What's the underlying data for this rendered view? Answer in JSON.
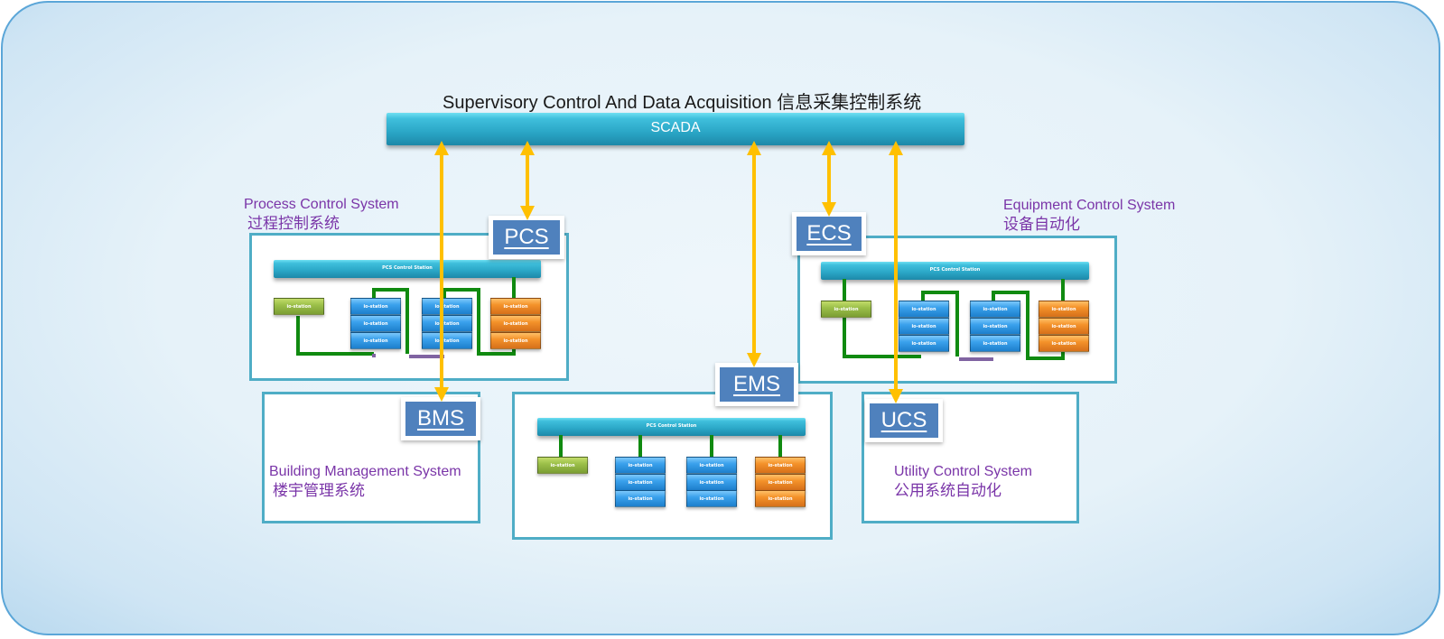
{
  "title": "Supervisory Control And Data Acquisition 信息采集控制系统",
  "scada": {
    "label": "SCADA"
  },
  "colors": {
    "arrow": "#ffc000",
    "link_green": "#108a10",
    "link_purple": "#8064a2",
    "tag_blue": "#4f81bd",
    "label_purple": "#7a35a8"
  },
  "systems": {
    "pcs": {
      "tag": "PCS",
      "name_en": "Process Control System",
      "name_zh": "过程控制系统",
      "control_station": "PCS Control Station"
    },
    "ecs": {
      "tag": "ECS",
      "name_en": "Equipment Control System",
      "name_zh": "设备自动化",
      "control_station": "PCS Control Station"
    },
    "ems": {
      "tag": "EMS",
      "control_station": "PCS Control Station"
    },
    "bms": {
      "tag": "BMS",
      "name_en": "Building Management System",
      "name_zh": "楼宇管理系统"
    },
    "ucs": {
      "tag": "UCS",
      "name_en": "Utility Control System",
      "name_zh": "公用系统自动化"
    }
  },
  "station_label": "io-station"
}
